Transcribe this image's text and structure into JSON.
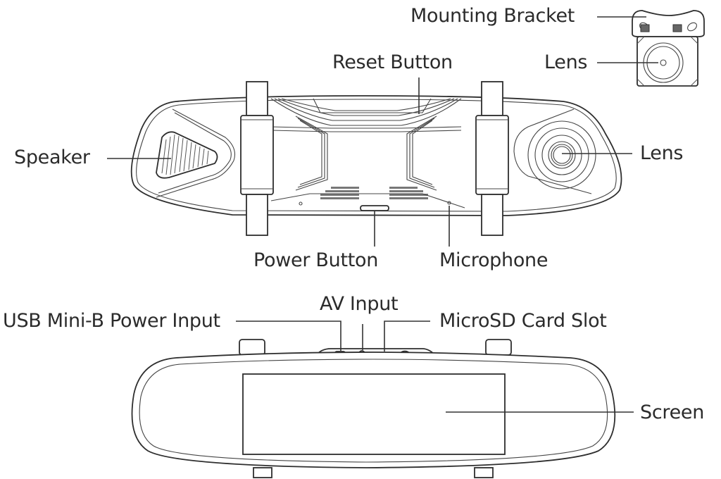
{
  "title": "Dash cam mirror component diagram",
  "rear_camera": {
    "labels": {
      "mounting_bracket": "Mounting Bracket",
      "lens": "Lens"
    }
  },
  "front_view": {
    "labels": {
      "reset_button": "Reset Button",
      "speaker": "Speaker",
      "lens": "Lens",
      "power_button": "Power Button",
      "microphone": "Microphone"
    }
  },
  "back_view": {
    "labels": {
      "usb_power_input": "USB Mini-B Power Input",
      "av_input": "AV Input",
      "microsd_slot": "MicroSD Card Slot",
      "screen": "Screen"
    }
  },
  "colors": {
    "line": "#2e2e2e",
    "text": "#2b2b2b",
    "background": "#ffffff"
  }
}
